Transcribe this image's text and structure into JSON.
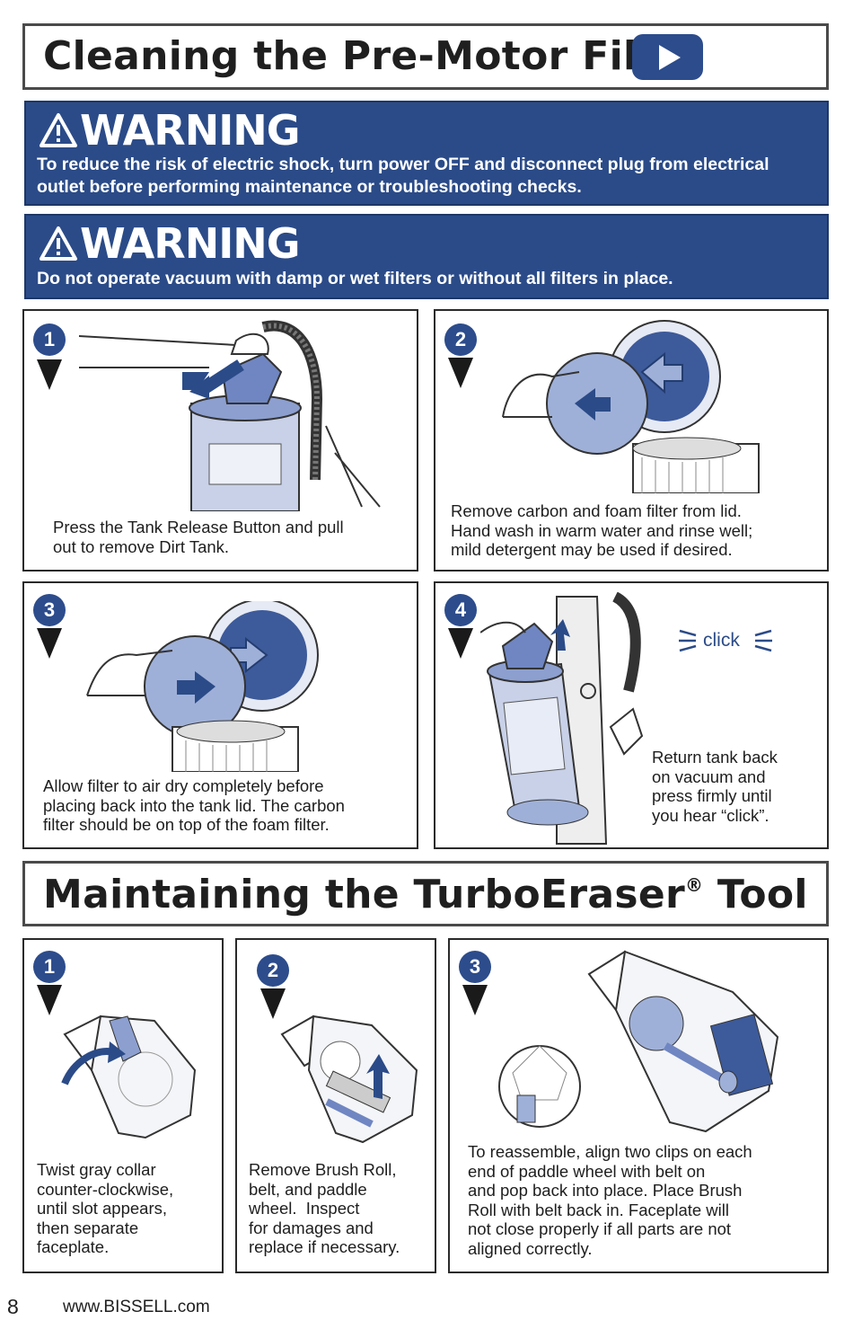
{
  "section1": {
    "title": "Cleaning the Pre-Motor Filter"
  },
  "warning1": {
    "heading": "WARNING",
    "line1": "To reduce the risk of electric shock, turn power OFF and disconnect plug from electrical",
    "line2": "outlet before performing maintenance or troubleshooting checks."
  },
  "warning2": {
    "heading": "WARNING",
    "line1": "Do not operate vacuum with damp or wet filters or without all filters in place."
  },
  "filter_steps": [
    {
      "number": "1",
      "text": "Press the Tank Release Button and pull\nout to remove Dirt Tank."
    },
    {
      "number": "2",
      "text": "Remove carbon and foam filter from lid.\nHand wash in warm water and rinse well;\nmild detergent may be used if desired."
    },
    {
      "number": "3",
      "text": "Allow filter to air dry completely before\nplacing back into the tank lid. The carbon\nfilter should be on top of the foam filter."
    },
    {
      "number": "4",
      "text": "Return tank back\non vacuum and\npress firmly until\nyou hear “click”.",
      "sound": "click"
    }
  ],
  "section2": {
    "title": "Maintaining the TurboEraser",
    "reg": "®",
    "title_end": " Tool"
  },
  "tool_steps": [
    {
      "number": "1",
      "text": "Twist gray collar\ncounter-clockwise,\nuntil slot appears,\nthen separate\nfaceplate."
    },
    {
      "number": "2",
      "text": "Remove Brush Roll,\nbelt, and paddle\nwheel.  Inspect\nfor damages and\nreplace if necessary."
    },
    {
      "number": "3",
      "text": "To reassemble, align two clips on each\nend of paddle wheel with belt on\nand pop back into place. Place Brush\nRoll with belt back in. Faceplate will\nnot close properly if all parts are not\naligned correctly."
    }
  ],
  "footer": {
    "page": "8",
    "url": "www.BISSELL.com"
  },
  "colors": {
    "brand_blue": "#2b4b88",
    "light_blue": "#9fb0d8"
  }
}
